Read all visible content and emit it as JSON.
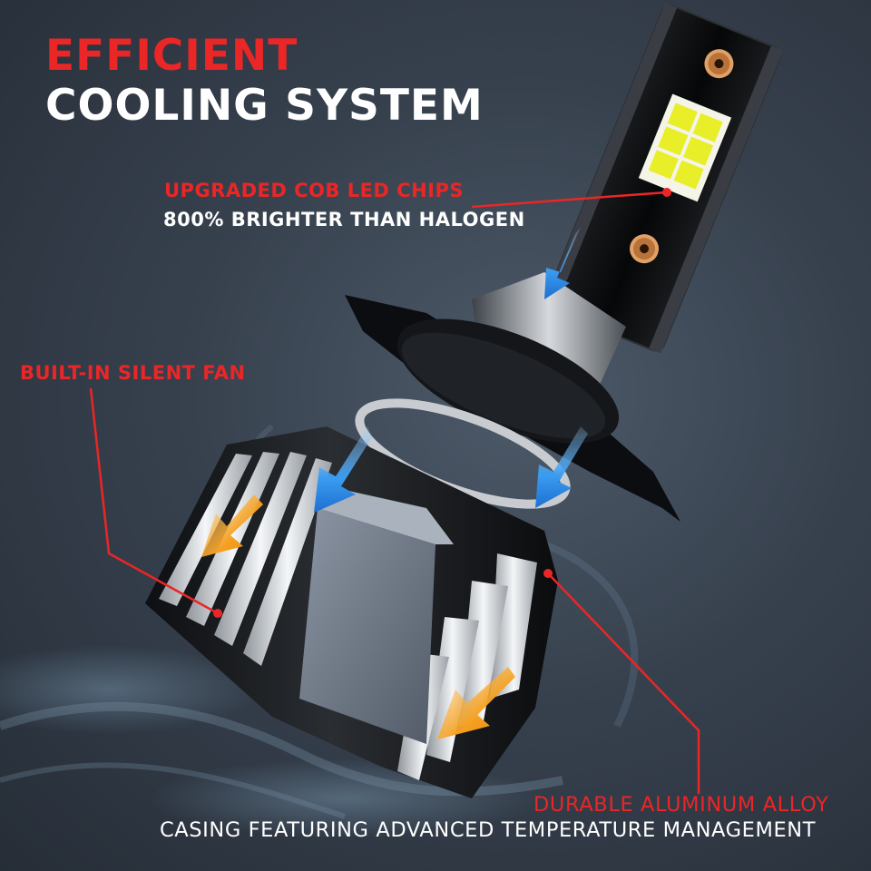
{
  "headline": {
    "line1": "EFFICIENT",
    "line2": "COOLING SYSTEM",
    "line1_color": "#ea2626",
    "line2_color": "#ffffff"
  },
  "callouts": {
    "chips": {
      "title": "UPGRADED COB LED CHIPS",
      "subtitle": "800% BRIGHTER THAN HALOGEN"
    },
    "fan": {
      "title": "BUILT-IN SILENT FAN"
    },
    "casing": {
      "title": "DURABLE ALUMINUM ALLOY",
      "subtitle": "CASING FEATURING ADVANCED TEMPERATURE MANAGEMENT"
    }
  },
  "colors": {
    "accent_red": "#ea2626",
    "airflow_blue": "#2f8fe6",
    "heat_orange": "#f39a1c",
    "background": "#2f3844"
  }
}
